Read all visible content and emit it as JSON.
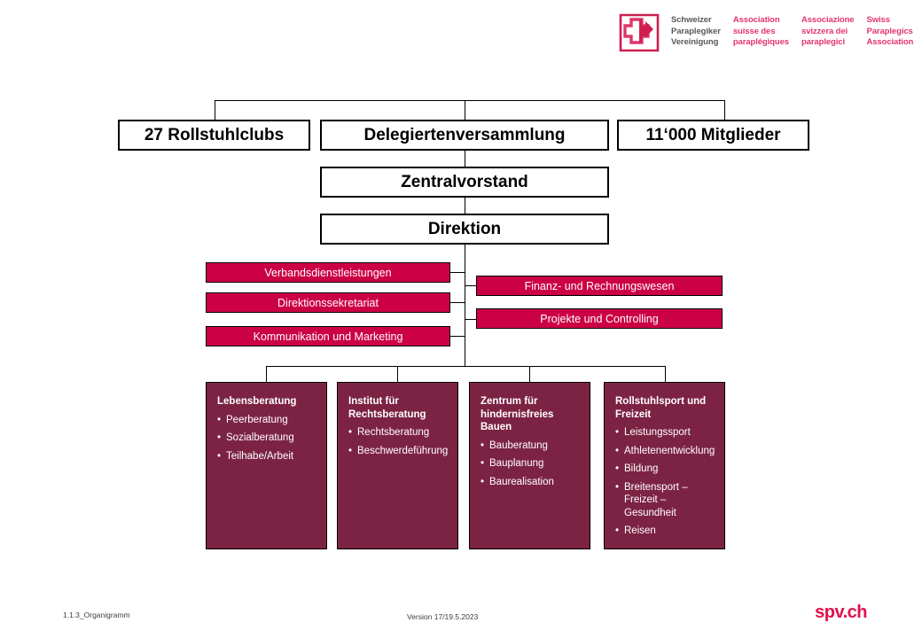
{
  "logo": {
    "name": "swiss-paraplegics-association-logo",
    "mark_color": "#cf1f4f",
    "languages": [
      {
        "id": "de",
        "text": "Schweizer\nParaplegiker\nVereinigung",
        "color": "#595959"
      },
      {
        "id": "fr",
        "text": "Association\nsuisse des\nparaplégiques",
        "color": "#e2356a"
      },
      {
        "id": "it",
        "text": "Associazione\nsvizzera dei\nparaplegici",
        "color": "#e2356a"
      },
      {
        "id": "en",
        "text": "Swiss\nParaplegics\nAssociation",
        "color": "#e2356a"
      }
    ]
  },
  "colors": {
    "magenta": "#cc0044",
    "maroon": "#7c2344",
    "brand_pink": "#e2104c",
    "outline": "#000000"
  },
  "top_row": {
    "left_label": "27 Rollstuhlclubs",
    "center_label": "Delegiertenversammlung",
    "right_label": "11‘000 Mitglieder"
  },
  "board": {
    "label": "Zentralvorstand"
  },
  "direction": {
    "label": "Direktion"
  },
  "staff_left": [
    {
      "label": "Verbandsdienstleistungen"
    },
    {
      "label": "Direktionssekretariat"
    },
    {
      "label": "Kommunikation und Marketing"
    }
  ],
  "staff_right": [
    {
      "label": "Finanz- und Rechnungswesen"
    },
    {
      "label": "Projekte und Controlling"
    }
  ],
  "departments": [
    {
      "title": "Lebensberatung",
      "items": [
        "Peerberatung",
        "Sozialberatung",
        "Teilhabe/Arbeit"
      ]
    },
    {
      "title": "Institut für\nRechtsberatung",
      "items": [
        "Rechtsberatung",
        "Beschwerdeführung"
      ]
    },
    {
      "title": "Zentrum für\nhindernisfreies\nBauen",
      "items": [
        "Bauberatung",
        "Bauplanung",
        "Baurealisation"
      ]
    },
    {
      "title": "Rollstuhlsport und\nFreizeit",
      "items": [
        "Leistungssport",
        "Athletenentwicklung",
        "Bildung",
        "Breitensport –\nFreizeit – Gesundheit",
        "Reisen"
      ]
    }
  ],
  "footer": {
    "document_id": "1.1.3_Organigramm",
    "version": "Version 17/19.5.2023",
    "brand": "spv.ch"
  }
}
